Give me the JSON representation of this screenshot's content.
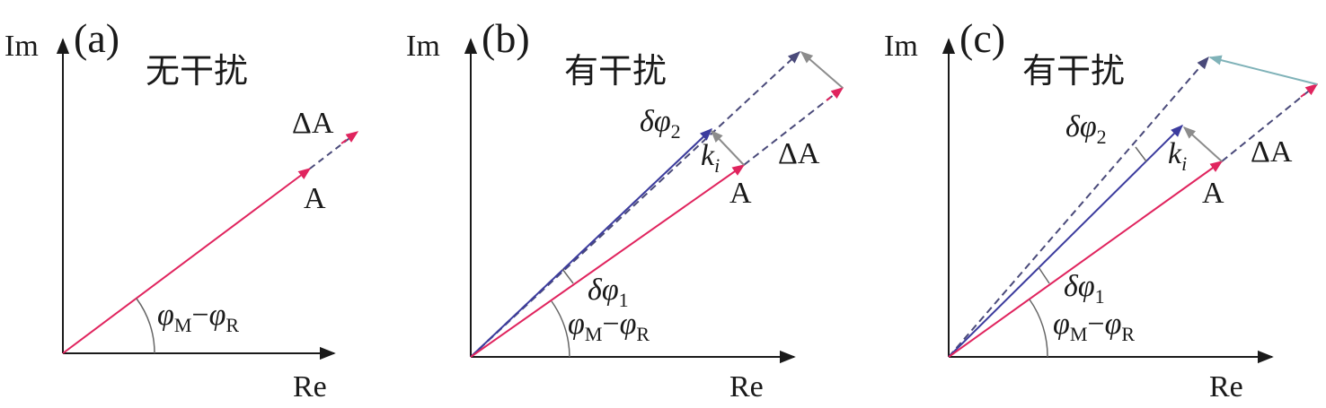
{
  "colors": {
    "axis": "#1a1a1a",
    "vector_A": "#e0245e",
    "vector_blue": "#3c3c9e",
    "dashed": "#4a4a7a",
    "ki_arrow": "#8c8c8c",
    "delta_pink": "#e0245e",
    "cyan_segment": "#7fb2b8",
    "angle_arc": "#666666"
  },
  "panels": [
    {
      "label": "(a)",
      "title": "无干扰",
      "axis_y": "Im",
      "axis_x": "Re",
      "vector_label": "A",
      "delta_label": "ΔA",
      "angle_label": {
        "base": "φ",
        "sub1": "M",
        "dash": "−",
        "base2": "φ",
        "sub2": "R"
      }
    },
    {
      "label": "(b)",
      "title": "有干扰",
      "axis_y": "Im",
      "axis_x": "Re",
      "vector_label": "A",
      "delta_label": "ΔA",
      "ki_label": {
        "base": "k",
        "sub": "i"
      },
      "dphi1_label": {
        "pre": "δ",
        "base": "φ",
        "sub": "1"
      },
      "dphi2_label": {
        "pre": "δ",
        "base": "φ",
        "sub": "2"
      },
      "angle_label": {
        "base": "φ",
        "sub1": "M",
        "dash": "−",
        "base2": "φ",
        "sub2": "R"
      }
    },
    {
      "label": "(c)",
      "title": "有干扰",
      "axis_y": "Im",
      "axis_x": "Re",
      "vector_label": "A",
      "delta_label": "ΔA",
      "ki_label": {
        "base": "k",
        "sub": "i"
      },
      "dphi1_label": {
        "pre": "δ",
        "base": "φ",
        "sub": "1"
      },
      "dphi2_label": {
        "pre": "δ",
        "base": "φ",
        "sub": "2"
      },
      "angle_label": {
        "base": "φ",
        "sub1": "M",
        "dash": "−",
        "base2": "φ",
        "sub2": "R"
      }
    }
  ]
}
